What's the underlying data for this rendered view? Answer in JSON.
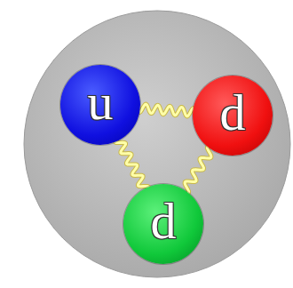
{
  "diagram": {
    "nodes": [
      {
        "text": [
          "u"
        ]
      },
      {
        "text": [
          "d"
        ]
      },
      {
        "text": [
          "d"
        ]
      }
    ],
    "edges": [
      {
        "from": 0,
        "to": 1,
        "arrow": "none"
      },
      {
        "from": 0,
        "to": 2,
        "arrow": "none"
      },
      {
        "from": 1,
        "to": 2,
        "arrow": "none"
      }
    ]
  }
}
